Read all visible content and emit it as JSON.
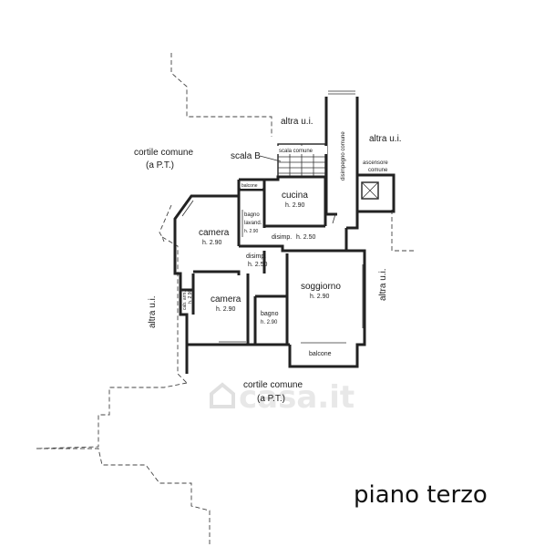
{
  "title": "piano terzo",
  "watermark": "casa.it",
  "labels": {
    "altra_ui_top": "altra u.i.",
    "altra_ui_right": "altra u.i.",
    "altra_ui_left": "altra u.i.",
    "altra_ui_right_mid": "altra u.i.",
    "cortile_top": "cortile comune",
    "cortile_top_pt": "(a  P.T.)",
    "cortile_bottom": "cortile comune",
    "cortile_bottom_pt": "(a  P.T.)",
    "scala_b": "scala B",
    "scala_comune": "scala comune",
    "disimpegno_comune": "disimpegno comune",
    "ascensore": "ascensore",
    "ascensore_comune": "comune",
    "balcone_top": "balcone",
    "balcone_bottom": "balcone"
  },
  "rooms": {
    "cucina": {
      "name": "cucina",
      "height": "h. 2.90"
    },
    "camera1": {
      "name": "camera",
      "height": "h. 2.90"
    },
    "bagno_lavand": {
      "name1": "bagno",
      "name2": "lavand.",
      "height": "h. 2.90"
    },
    "disimp_top": {
      "name": "disimp.",
      "height": "h. 2.50"
    },
    "disimp_mid": {
      "name": "disimp.",
      "height": "h. 2.50"
    },
    "soggiorno": {
      "name": "soggiorno",
      "height": "h. 2.90"
    },
    "camera2": {
      "name": "camera",
      "height": "h. 2.90"
    },
    "cab_arm": {
      "name": "cab. arm.",
      "height": "h. 2.90"
    },
    "bagno": {
      "name": "bagno",
      "height": "h. 2.90"
    }
  }
}
